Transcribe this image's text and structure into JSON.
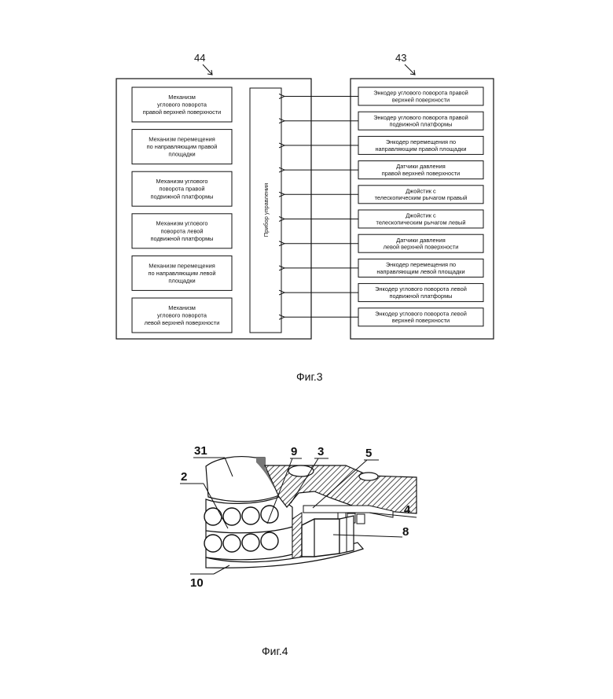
{
  "fig3": {
    "caption": "Фиг.3",
    "left_ref": "44",
    "right_ref": "43",
    "controller_label": "Прибор управления",
    "mechanisms": [
      [
        "Механизм",
        "углового поворота",
        "правой верхней поверхности"
      ],
      [
        "Механизм перемещения",
        "по направляющим правой",
        "площадки"
      ],
      [
        "Механизм углового",
        "поворота правой",
        "подвижной платформы"
      ],
      [
        "Механизм углового",
        "поворота левой",
        "подвижной платформы"
      ],
      [
        "Механизм перемещения",
        "по направляющим левой",
        "площадки"
      ],
      [
        "Механизм",
        "углового поворота",
        "левой верхней поверхности"
      ]
    ],
    "sensors": [
      [
        "Энкодер углового поворота правой",
        "верхней поверхности"
      ],
      [
        "Энкодер углового поворота правой",
        "подвижной платформы"
      ],
      [
        "Энкодер перемещения по",
        "направляющим правой площадки"
      ],
      [
        "Датчики давления",
        "правой верхней поверхности"
      ],
      [
        "Джойстик с",
        "телескопическим рычагом правый"
      ],
      [
        "Джойстик с",
        "телескопическим рычагом левый"
      ],
      [
        "Датчики давления",
        "левой верхней поверхности"
      ],
      [
        "Энкодер перемещения по",
        "направляющим левой площадки"
      ],
      [
        "Энкодер углового поворота левой",
        "подвижной платформы"
      ],
      [
        "Энкодер углового поворота левой",
        "верхней поверхности"
      ]
    ]
  },
  "fig4": {
    "caption": "Фиг.4",
    "refs": {
      "r31": "31",
      "r2": "2",
      "r9": "9",
      "r3": "3",
      "r5": "5",
      "r4": "4",
      "r8": "8",
      "r10": "10"
    }
  }
}
